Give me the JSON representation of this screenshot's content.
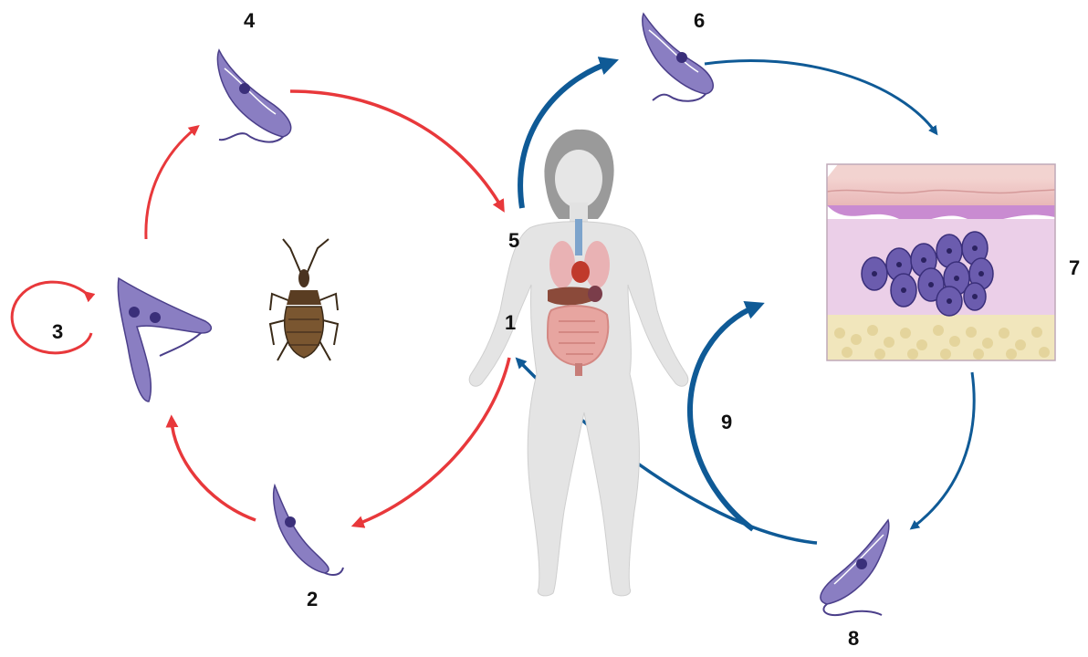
{
  "diagram": {
    "labels": {
      "l1": "1",
      "l2": "2",
      "l3": "3",
      "l4": "4",
      "l5": "5",
      "l6": "6",
      "l7": "7",
      "l8": "8",
      "l9": "9"
    },
    "colors": {
      "insect_cycle_arrow": "#e8383b",
      "human_cycle_arrow": "#0f5a96",
      "parasite_fill": "#8a7ec2",
      "parasite_nucleus": "#3a2f7a",
      "bug_body": "#6b4b2a",
      "human_body": "#e3e3e3",
      "tissue_pink": "#e8c8e4",
      "tissue_fat": "#efe4b8"
    },
    "icons": [
      "kissing-bug-icon",
      "human-figure-icon",
      "trypomastigote-icon",
      "epimastigote-icon",
      "skin-tissue-section-icon"
    ]
  }
}
